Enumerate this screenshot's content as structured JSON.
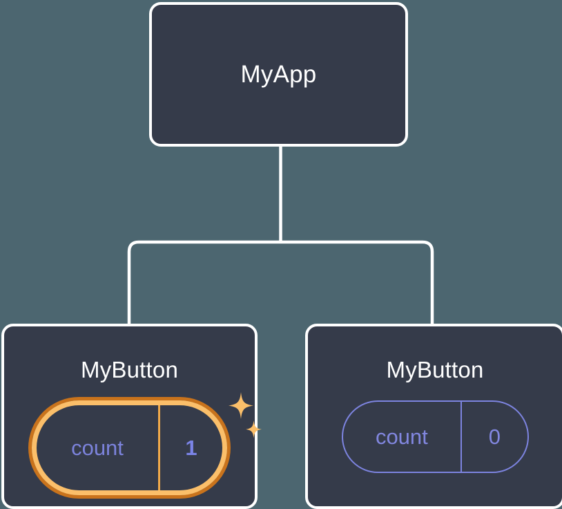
{
  "diagram": {
    "type": "component-tree",
    "title": "React component tree with highlighted state update",
    "background_color": "#4c6670",
    "node_fill_color": "#353b4a",
    "node_border_color": "#ffffff",
    "connector_color": "#ffffff",
    "accent_highlight_color": "#fbbf6a",
    "accent_highlight_outer_color": "#c9731c",
    "state_text_color": "#7d84e0"
  },
  "root": {
    "label": "MyApp"
  },
  "children": [
    {
      "label": "MyButton",
      "state": {
        "key": "count",
        "value": "1"
      },
      "highlighted": true,
      "sparkle_count": 2
    },
    {
      "label": "MyButton",
      "state": {
        "key": "count",
        "value": "0"
      },
      "highlighted": false,
      "sparkle_count": 0
    }
  ]
}
